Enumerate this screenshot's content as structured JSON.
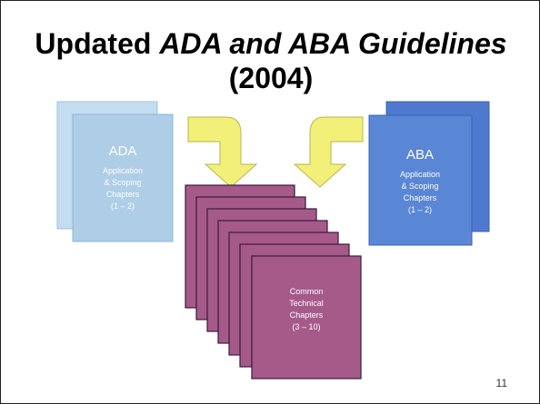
{
  "title": {
    "line1_plain": "Updated ",
    "line1_italic": "ADA and ABA Guidelines",
    "line2": "(2004)"
  },
  "ada_doc": {
    "heading": "ADA",
    "lines": [
      "Application",
      "& Scoping",
      "Chapters",
      "(1 – 2)"
    ],
    "color": "#aecde6"
  },
  "aba_doc": {
    "heading": "ABA",
    "lines": [
      "Application",
      "& Scoping",
      "Chapters",
      "(1 – 2)"
    ],
    "color": "#5a86d6"
  },
  "technical_doc": {
    "lines": [
      "Common",
      "Technical",
      "Chapters",
      "(3 – 10)"
    ],
    "color": "#a65a8a"
  },
  "arrow_color": "#f3f07a",
  "slide_number": "11"
}
